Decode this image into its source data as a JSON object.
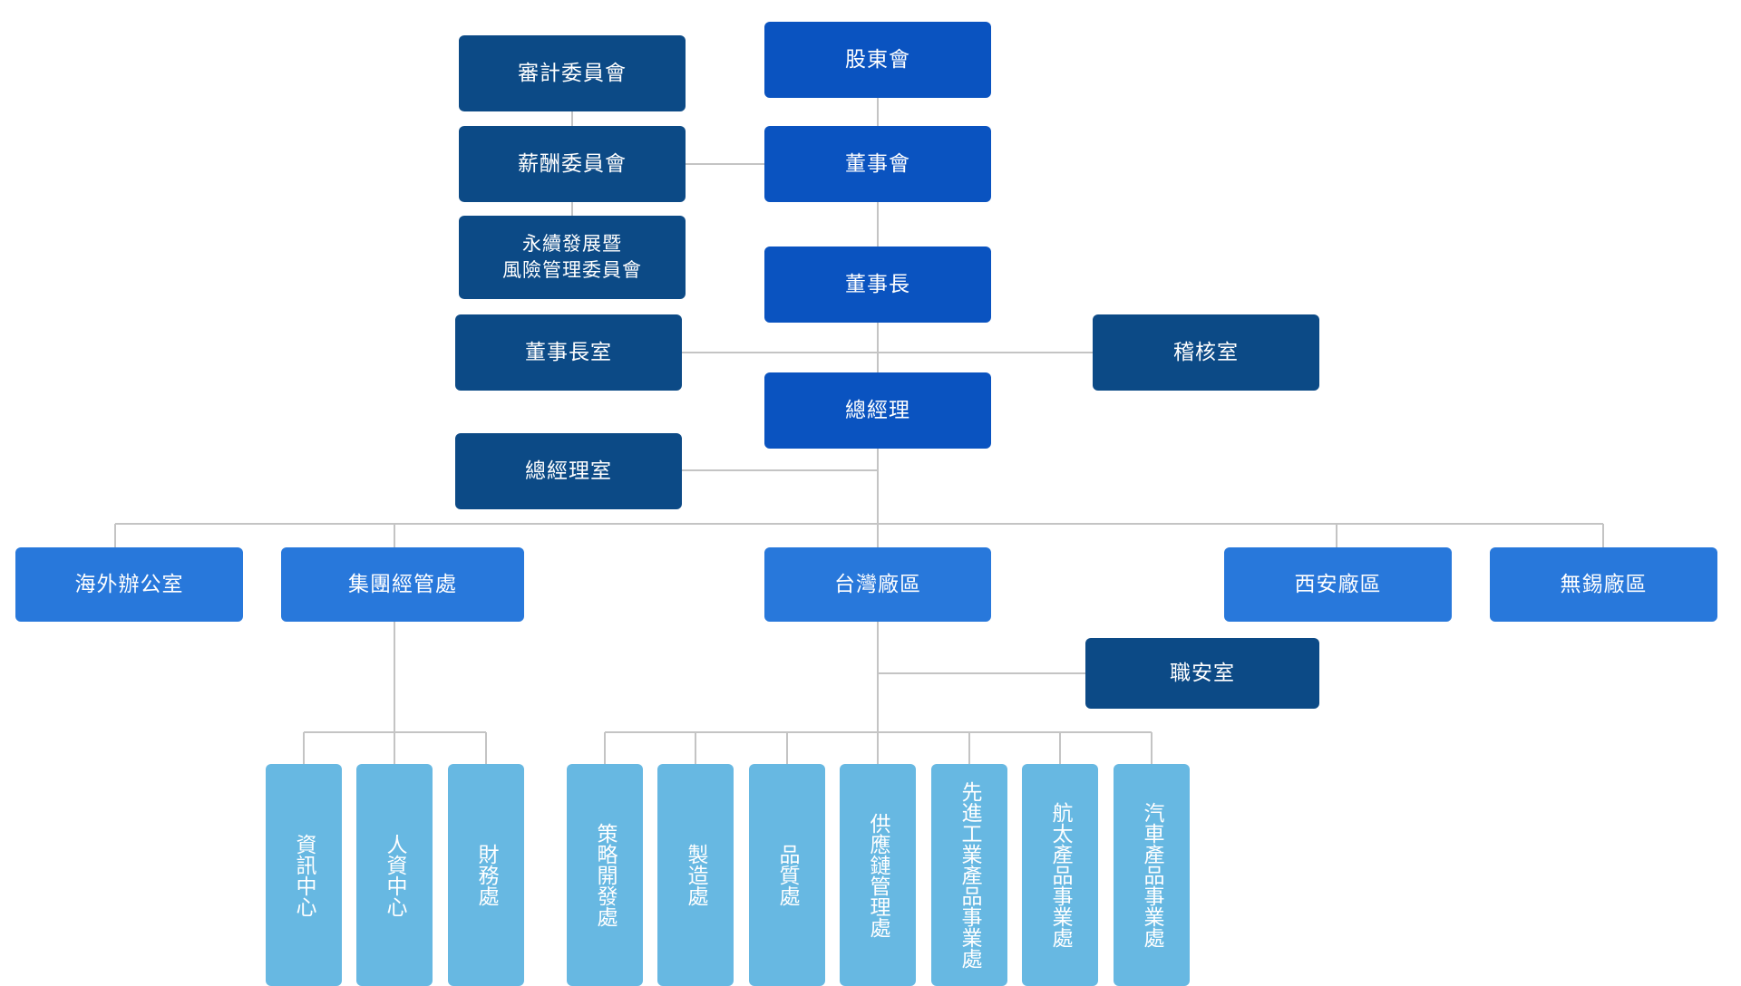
{
  "org": {
    "shareholders": "股東會",
    "board": "董事會",
    "chairman": "董事長",
    "president": "總經理",
    "audit_committee": "審計委員會",
    "compensation_committee": "薪酬委員會",
    "sustainability_committee_line1": "永續發展暨",
    "sustainability_committee_line2": "風險管理委員會",
    "chairman_office": "董事長室",
    "internal_audit": "稽核室",
    "president_office": "總經理室",
    "overseas_office": "海外辦公室",
    "group_management": "集團經管處",
    "taiwan_plant": "台灣廠區",
    "xian_plant": "西安廠區",
    "wuxi_plant": "無錫廠區",
    "safety_office": "職安室",
    "it_center": "資訊中心",
    "hr_center": "人資中心",
    "finance": "財務處",
    "strategy_dev": "策略開發處",
    "manufacturing": "製造處",
    "quality": "品質處",
    "supply_chain": "供應鏈管理處",
    "advanced_industry": "先進工業產品事業處",
    "aerospace": "航太產品事業處",
    "automotive": "汽車產品事業處"
  },
  "colors": {
    "top": "#0a53c0",
    "side": "#0c4a86",
    "mid": "#2878db",
    "leaf": "#67b8e2",
    "connector": "#c4c4c4"
  }
}
